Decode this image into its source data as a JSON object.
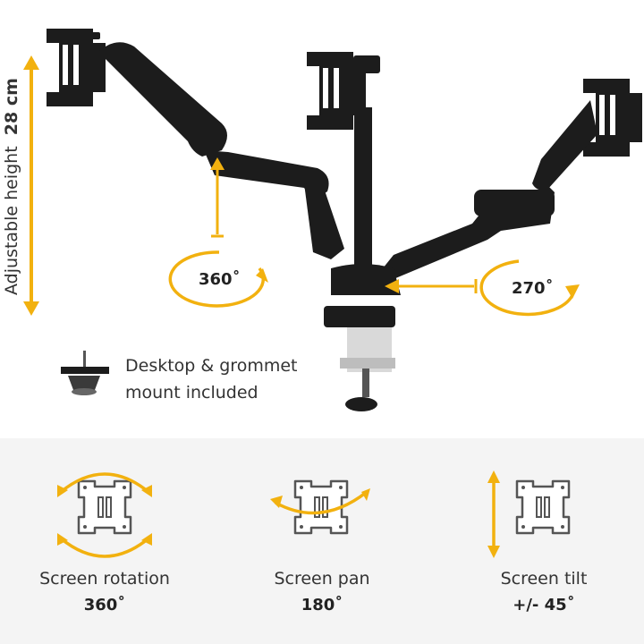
{
  "image": {
    "accent_color": "#f2b10f",
    "product_color": "#1c1c1c",
    "adjustable_height": {
      "label": "Adjustable height",
      "value": "28 cm"
    },
    "swivel_left": "360˚",
    "swivel_right": "270˚",
    "mount_note_line1": "Desktop & grommet",
    "mount_note_line2": "mount included",
    "features": [
      {
        "label": "Screen rotation",
        "value": "360˚",
        "icon": "rotation-arrows-icon"
      },
      {
        "label": "Screen pan",
        "value": "180˚",
        "icon": "pan-arrows-icon"
      },
      {
        "label": "Screen tilt",
        "value": "+/- 45˚",
        "icon": "tilt-arrows-icon"
      }
    ]
  }
}
